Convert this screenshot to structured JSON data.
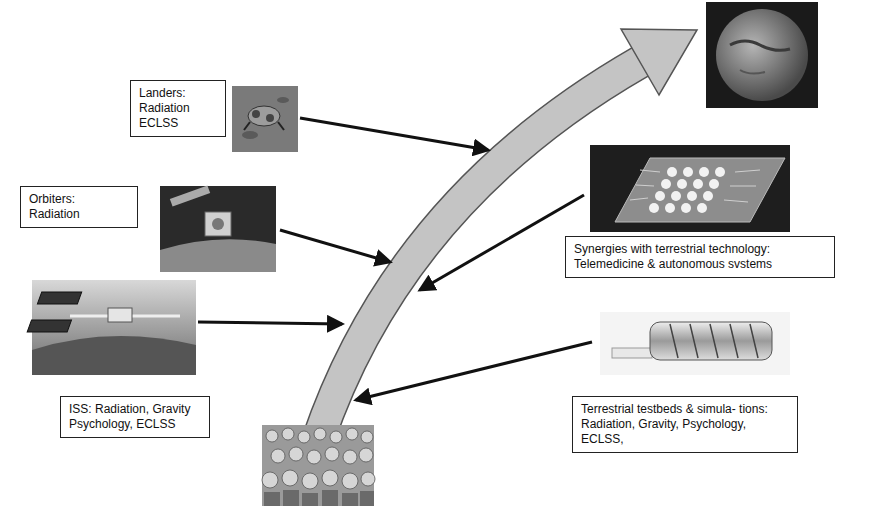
{
  "diagram": {
    "nodes": [
      {
        "text": [
          "Landers: Radiation ECLSS"
        ]
      },
      {
        "text": [
          "Orbiters: Radiation"
        ]
      },
      {
        "text": [
          "Synergies with terrestrial technology: Telemedicine & autonomous svstems"
        ]
      },
      {
        "text": [
          "ISS: Radiation, Gravity Psychology, ECLSS"
        ]
      },
      {
        "text": [
          "Terrestrial testbeds & simula- tions: Radiation, Gravity, Psychology, ECLSS,"
        ]
      }
    ]
  }
}
